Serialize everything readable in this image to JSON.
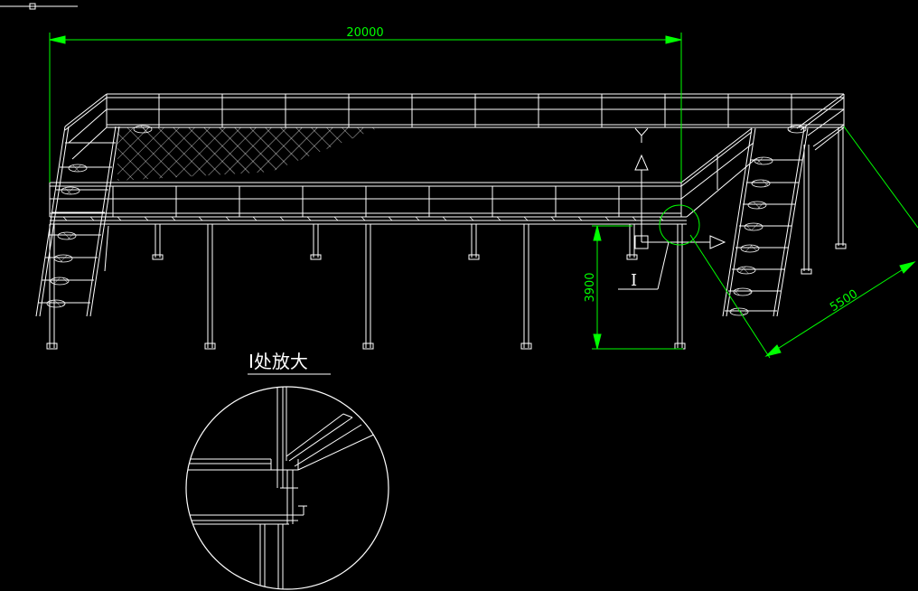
{
  "colors": {
    "background": "#000000",
    "line": "#ffffff",
    "dimension": "#00ff00"
  },
  "dimensions": {
    "length": "20000",
    "height": "3900",
    "depth": "5500"
  },
  "labels": {
    "detail_mark": "I",
    "detail_title": "I处放大",
    "axis_y": "Y"
  }
}
